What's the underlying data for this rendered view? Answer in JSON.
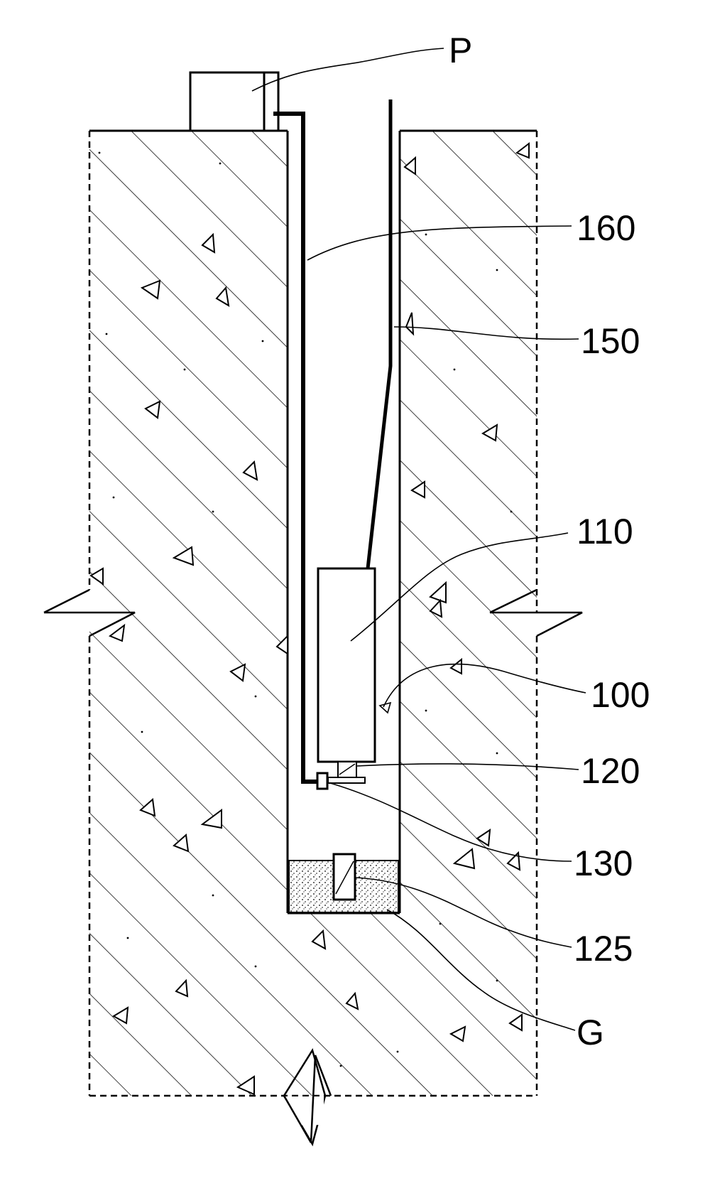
{
  "figure": {
    "labels": {
      "p": "P",
      "l160": "160",
      "l150": "150",
      "l110": "110",
      "l100": "100",
      "l120": "120",
      "l130": "130",
      "l125": "125",
      "lg": "G"
    }
  }
}
